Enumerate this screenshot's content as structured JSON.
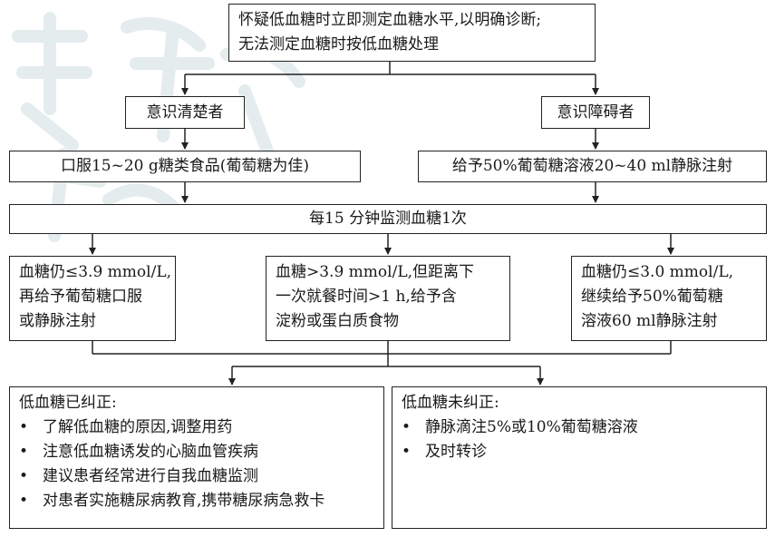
{
  "top": {
    "line1": "怀疑低血糖时立即测定血糖水平,以明确诊断;",
    "line2": "无法测定血糖时按低血糖处理"
  },
  "left_branch": {
    "label": "意识清楚者",
    "action": "口服15~20 g糖类食品(葡萄糖为佳)"
  },
  "right_branch": {
    "label": "意识障碍者",
    "action": "给予50%葡萄糖溶液20~40 ml静脉注射"
  },
  "monitor": "每15 分钟监测血糖1次",
  "outcomes": [
    {
      "lines": [
        "血糖仍≤3.9 mmol/L,",
        "再给予葡萄糖口服",
        "或静脉注射"
      ]
    },
    {
      "lines": [
        "血糖>3.9 mmol/L,但距离下",
        "一次就餐时间>1 h,给予含",
        "淀粉或蛋白质食物"
      ]
    },
    {
      "lines": [
        "血糖仍≤3.0 mmol/L,",
        "继续给予50%葡萄糖",
        "溶液60 ml静脉注射"
      ]
    }
  ],
  "corrected": {
    "title": "低血糖已纠正:",
    "bullet": "•",
    "items": [
      "了解低血糖的原因,调整用药",
      "注意低血糖诱发的心脑血管疾病",
      "建议患者经常进行自我血糖监测",
      "对患者实施糖尿病教育,携带糖尿病急救卡"
    ]
  },
  "not_corrected": {
    "title": "低血糖未纠正:",
    "bullet": "•",
    "items": [
      "静脉滴注5%或10%葡萄糖溶液",
      "及时转诊"
    ]
  },
  "colors": {
    "stroke": "#222222",
    "watermark": "#e4ecee"
  }
}
